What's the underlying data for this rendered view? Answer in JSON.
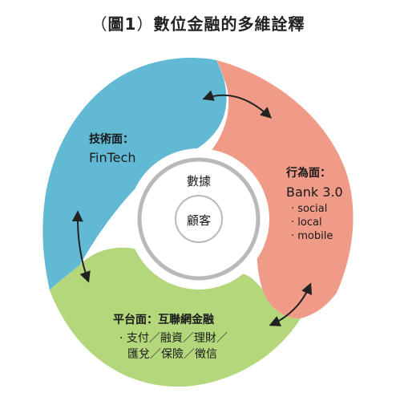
{
  "title": {
    "paren_open": "（",
    "figure_no": "圖1",
    "paren_close": "）",
    "text": "數位金融的多維詮釋"
  },
  "segments": {
    "tech": {
      "heading": "技術面：",
      "sub": "FinTech",
      "color": "#62b9d3"
    },
    "behavior": {
      "heading": "行為面：",
      "sub": "Bank 3.0",
      "items": [
        "· social",
        "· local",
        "· mobile"
      ],
      "color": "#ef9b87"
    },
    "platform": {
      "heading": "平台面：互聯網金融",
      "lines": [
        "· 支付／融資／理財／",
        "匯兌／保險／徵信"
      ],
      "color": "#b4d77c"
    }
  },
  "center": {
    "outer_label": "數據",
    "inner_label": "顧客",
    "ring_color": "#b9b9b9"
  },
  "arrow_color": "#222222"
}
